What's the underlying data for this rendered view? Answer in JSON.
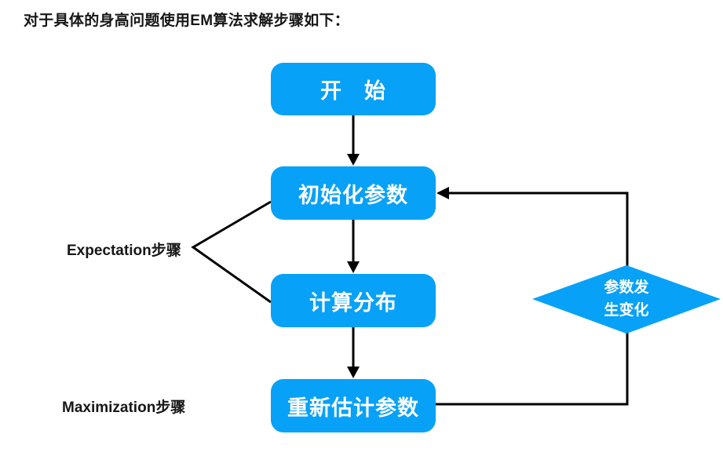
{
  "title": "对于具体的身高问题使用EM算法求解步骤如下：",
  "colors": {
    "node_fill": "#07A1F8",
    "node_text": "#FFFFFF",
    "line": "#000000",
    "label_text": "#161616",
    "background": "#FFFFFF"
  },
  "flowchart": {
    "nodes": [
      {
        "id": "start",
        "shape": "rounded-rect",
        "label": "开　始"
      },
      {
        "id": "init-params",
        "shape": "rounded-rect",
        "label": "初始化参数"
      },
      {
        "id": "compute-distribution",
        "shape": "rounded-rect",
        "label": "计算分布"
      },
      {
        "id": "reestimate-params",
        "shape": "rounded-rect",
        "label": "重新估计参数"
      },
      {
        "id": "params-changed",
        "shape": "diamond",
        "label_line1": "参数发",
        "label_line2": "生变化"
      }
    ],
    "annotations": [
      {
        "id": "expectation-step",
        "label": "Expectation步骤"
      },
      {
        "id": "maximization-step",
        "label": "Maximization步骤"
      }
    ],
    "edges": [
      {
        "from": "start",
        "to": "init-params"
      },
      {
        "from": "init-params",
        "to": "compute-distribution"
      },
      {
        "from": "compute-distribution",
        "to": "reestimate-params"
      },
      {
        "from": "reestimate-params",
        "to": "params-changed"
      },
      {
        "from": "params-changed",
        "to": "init-params"
      }
    ]
  }
}
